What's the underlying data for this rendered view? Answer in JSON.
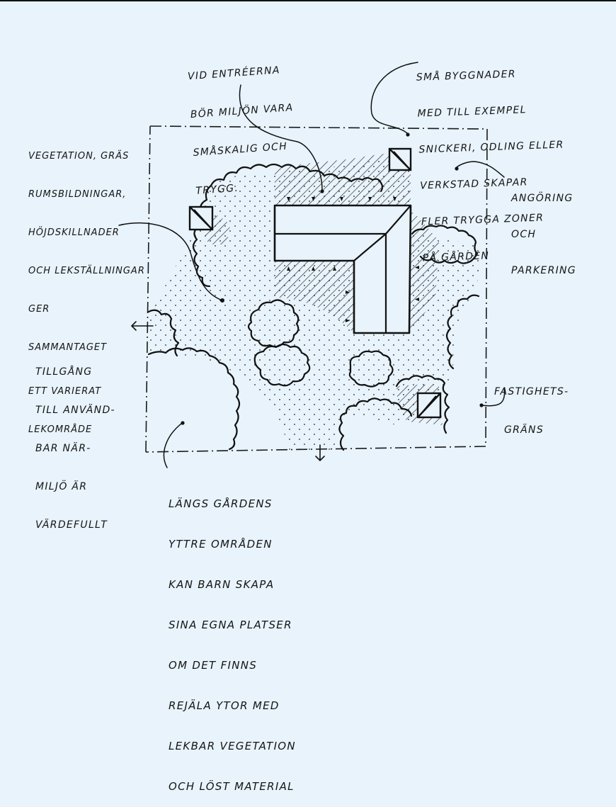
{
  "annotations": {
    "entrances": [
      "VID ENTRÉERNA",
      "BÖR MILJÖN VARA",
      "SMÅSKALIG OCH",
      "TRYGG."
    ],
    "small_buildings": [
      "SMÅ BYGGNADER",
      "MED TILL EXEMPEL",
      "SNICKERI, ODLING ELLER",
      "VERKSTAD SKAPAR",
      "FLER TRYGGA ZONER",
      "PÅ GÅRDEN"
    ],
    "vegetation": [
      "VEGETATION, GRÄS",
      "RUMSBILDNINGAR,",
      "HÖJDSKILLNADER",
      "OCH LEKSTÄLLNINGAR",
      "GER",
      "SAMMANTAGET",
      "ETT VARIERAT",
      "LEKOMRÅDE"
    ],
    "parking": [
      "ANGÖRING",
      "OCH",
      "PARKERING"
    ],
    "access": [
      "TILLGÅNG",
      "TILL ANVÄND-",
      "BAR NÄR-",
      "MILJÖ ÄR",
      "VÄRDEFULLT"
    ],
    "property_line": [
      "FASTIGHETS-",
      "GRÄNS"
    ],
    "outer_areas": [
      "LÄNGS GÅRDENS",
      "YTTRE OMRÅDEN",
      "KAN BARN SKAPA",
      "SINA EGNA PLATSER",
      "OM DET FINNS",
      "REJÄLA YTOR MED",
      "LEKBAR VEGETATION",
      "OCH LÖST MATERIAL"
    ]
  }
}
